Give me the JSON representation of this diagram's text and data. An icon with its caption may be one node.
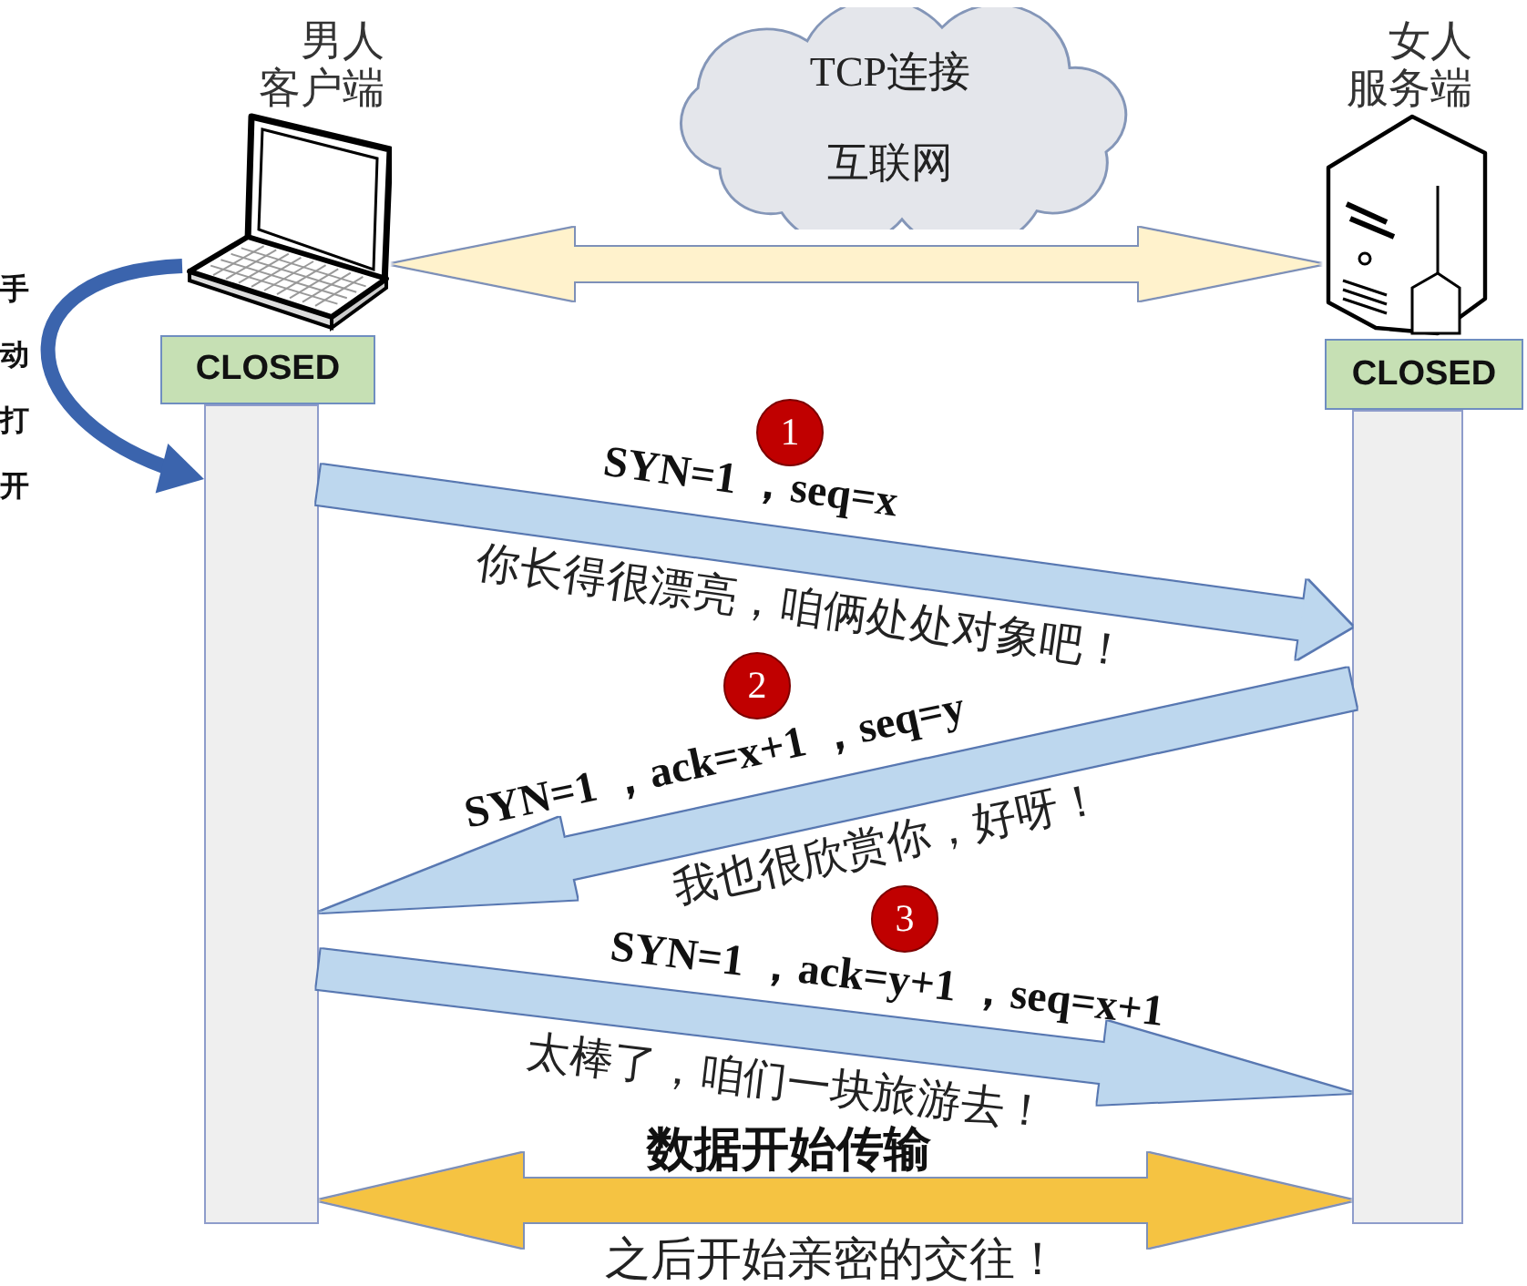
{
  "diagram": {
    "nodes": [
      {
        "text": [
          "男人客户端"
        ]
      },
      {
        "text": [
          "TCP连接",
          "互联网"
        ]
      },
      {
        "text": [
          "女人服务端"
        ]
      },
      {
        "text": [
          "CLOSED"
        ]
      },
      {
        "text": [
          "CLOSED"
        ]
      },
      {
        "text": [],
        "shape": "bar"
      },
      {
        "text": [],
        "shape": "bar"
      },
      {
        "text": [
          "1"
        ]
      },
      {
        "text": [
          "2"
        ]
      },
      {
        "text": [
          "3"
        ]
      }
    ],
    "edges": [
      {
        "from": 0,
        "to": 2,
        "arrow": "both",
        "color": "#fff2cc"
      },
      {
        "from": 0,
        "to": 5,
        "arrow": "to",
        "label": "手动打开",
        "color": "#3b64ad"
      },
      {
        "from": 5,
        "to": 6,
        "arrow": "to",
        "label": "SYN=1 ，seq=x"
      },
      {
        "from": 6,
        "to": 5,
        "arrow": "to",
        "label": "SYN=1 ，ack=x+1 ，seq=y"
      },
      {
        "from": 5,
        "to": 6,
        "arrow": "to",
        "label": "SYN=1 ，ack=y+1 ，seq=x+1"
      },
      {
        "from": 5,
        "to": 6,
        "arrow": "both",
        "label": "数据开始传输",
        "color": "#f5c342"
      }
    ],
    "labels": [
      "你长得很漂亮，咱俩处处对象吧！",
      "我也很欣赏你，好呀！",
      "太棒了，咱们一块旅游去！",
      "之后开始亲密的交往！"
    ]
  }
}
